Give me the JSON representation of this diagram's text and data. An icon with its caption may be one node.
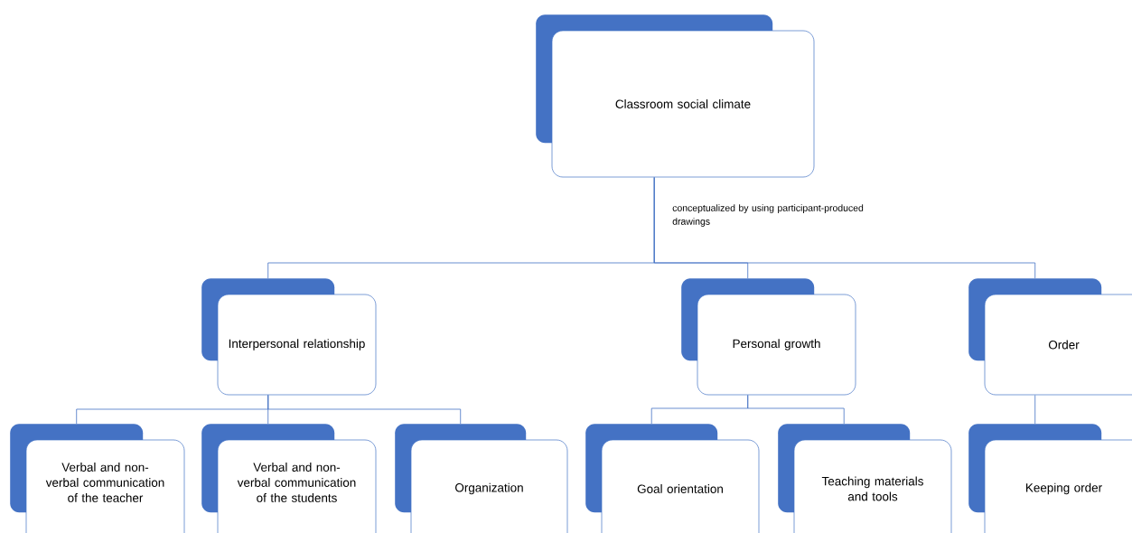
{
  "diagram": {
    "nodes": [
      {
        "text": [
          "Classroom social climate"
        ]
      },
      {
        "text": [
          "Interpersonal relationship"
        ]
      },
      {
        "text": [
          "Personal growth"
        ]
      },
      {
        "text": [
          "Order"
        ]
      },
      {
        "text": [
          "Verbal and non-verbal communication of the teacher"
        ]
      },
      {
        "text": [
          "Verbal and non-verbal communication of the students"
        ]
      },
      {
        "text": [
          "Organization"
        ]
      },
      {
        "text": [
          "Goal orientation"
        ]
      },
      {
        "text": [
          "Teaching materials and tools"
        ]
      },
      {
        "text": [
          "Keeping order"
        ]
      }
    ],
    "edges": [
      {
        "from": 0,
        "to": 1,
        "arrow": "none",
        "label": "conceptualized by using participant-produced drawings"
      },
      {
        "from": 0,
        "to": 2,
        "arrow": "none"
      },
      {
        "from": 0,
        "to": 3,
        "arrow": "none"
      },
      {
        "from": 1,
        "to": 4,
        "arrow": "none"
      },
      {
        "from": 1,
        "to": 5,
        "arrow": "none"
      },
      {
        "from": 1,
        "to": 6,
        "arrow": "none"
      },
      {
        "from": 2,
        "to": 7,
        "arrow": "none"
      },
      {
        "from": 2,
        "to": 8,
        "arrow": "none"
      },
      {
        "from": 3,
        "to": 9,
        "arrow": "none"
      }
    ]
  }
}
